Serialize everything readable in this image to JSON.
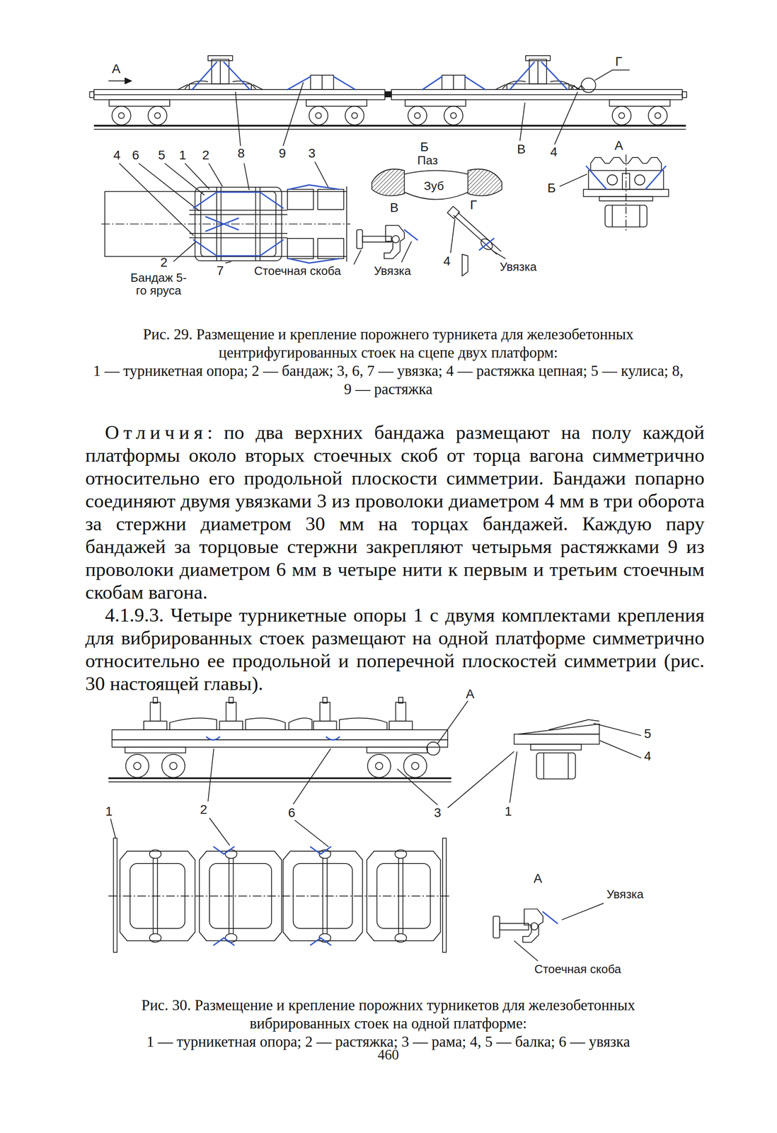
{
  "diagram": {
    "labels": [
      "А",
      "Г",
      "Б",
      "В",
      "4",
      "А",
      "4",
      "6",
      "5",
      "1",
      "2",
      "8",
      "9",
      "3",
      "Паз",
      "Зуб",
      "Б",
      "В",
      "Г",
      "2",
      "Бандаж 5-го яруса",
      "7",
      "Стоечная скоба",
      "Увязка",
      "4",
      "Увязка",
      "Рис. 29. Размещение и крепление порожнего турникета для железобетонных центрифугированных стоек на сцепе двух платформ:",
      "1 — турникетная опора; 2 — бандаж; 3, 6, 7 — увязка; 4 — растяжка цепная; 5 — кулиса; 8, 9 — растяжка",
      "Отличия",
      ": по два верхних бандажа размещают на полу каждой платформы около вторых стоечных скоб от торца вагона симметрично относительно его продольной плоскости симметрии. Бандажи попарно соединяют двумя увязками 3 из проволоки диаметром 4 мм в три оборота за стержни диаметром 30 мм на торцах бандажей. Каждую пару бандажей за торцовые стержни закрепляют четырьмя растяжками 9 из проволоки диаметром 6 мм в четыре нити к первым и третьим стоечным скобам вагона.",
      "4.1.9.3. Четыре турникетные опоры 1 с двумя комплектами крепления для вибрированных стоек размещают на одной платформе симметрично относительно ее продольной и поперечной плоскостей симметрии (рис. 30 настоящей главы).",
      "А",
      "5",
      "4",
      "1",
      "2",
      "6",
      "3",
      "1",
      "А",
      "Увязка",
      "Стоечная скоба",
      "Рис. 30. Размещение и крепление порожних турникетов для железобетонных вибрированных стоек на одной платформе:",
      "1 — турникетная опора; 2 — растяжка; 3 — рама; 4, 5 — балка; 6 — увязка",
      "460"
    ]
  }
}
